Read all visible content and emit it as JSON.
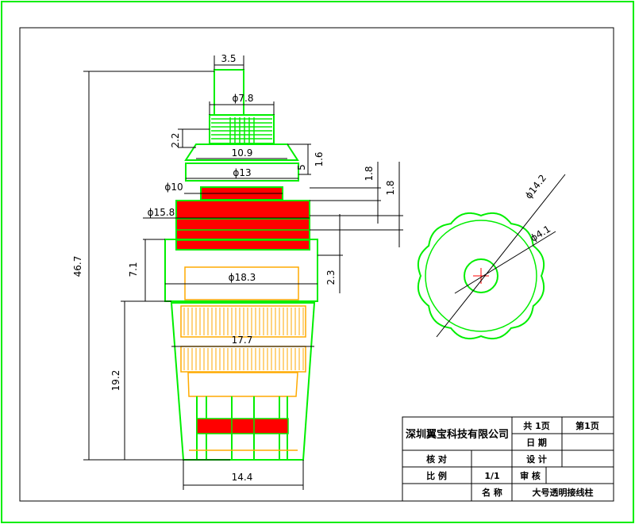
{
  "drawing": {
    "colors": {
      "outline": "#00ee00",
      "fill_red": "#ff0000",
      "orange": "#ffaa00",
      "dimension": "#000000",
      "center_mark": "#ff0000"
    },
    "dimensions": {
      "total_height": "46.7",
      "top_pin_width": "3.5",
      "cap_diameter": "ϕ7.8",
      "height_2_2": "2.2",
      "width_10_9": "10.9",
      "height_1_6": "1.6",
      "height_5": "5",
      "diameter_13": "ϕ13",
      "height_1_8_a": "1.8",
      "height_1_8_b": "1.8",
      "diameter_10": "ϕ10",
      "diameter_15_8": "ϕ15.8",
      "height_7_1": "7.1",
      "diameter_18_3": "ϕ18.3",
      "height_2_3": "2.3",
      "width_17_7": "17.7",
      "height_19_2": "19.2",
      "bottom_width": "14.4",
      "side_diameter_outer": "ϕ14.2",
      "side_diameter_inner": "ϕ4.1"
    }
  },
  "title_block": {
    "company": "深圳翼宝科技有限公司",
    "total_pages": "共 1页",
    "page_no": "第1页",
    "date_label": "日  期",
    "check_label": "核  对",
    "design_label": "设  计",
    "scale_label": "比  例",
    "scale_value": "1/1",
    "review_label": "审  核",
    "name_label": "名  称",
    "name_value": "大号透明接线柱"
  }
}
